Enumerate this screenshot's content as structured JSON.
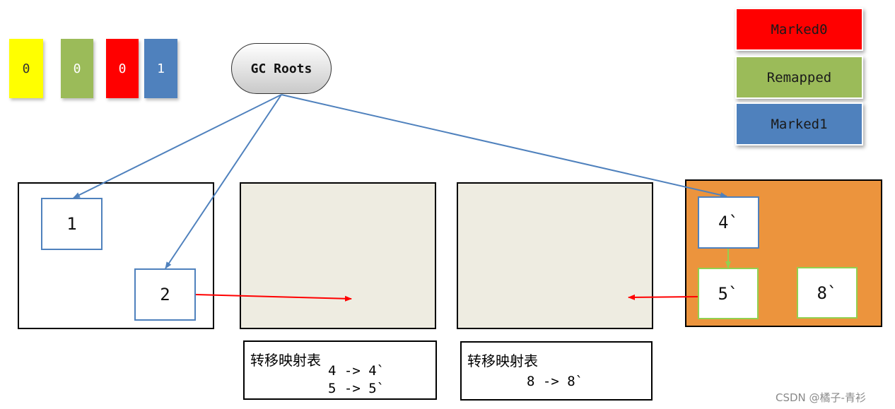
{
  "flags": [
    {
      "label": "0",
      "color": "#ffff00",
      "text_color": "#333333"
    },
    {
      "label": "0",
      "color": "#9bbb59",
      "text_color": "#ffffff"
    },
    {
      "label": "0",
      "color": "#ff0000",
      "text_color": "#ffffff"
    },
    {
      "label": "1",
      "color": "#4f81bd",
      "text_color": "#ffffff"
    }
  ],
  "legend": [
    {
      "label": "Marked0",
      "color": "#ff0000"
    },
    {
      "label": "Remapped",
      "color": "#9bbb59"
    },
    {
      "label": "Marked1",
      "color": "#4f81bd"
    }
  ],
  "gc_roots": {
    "label": "GC Roots"
  },
  "regions": [
    {
      "fill": "#ffffff"
    },
    {
      "fill": "#eeece1"
    },
    {
      "fill": "#eeece1"
    },
    {
      "fill": "#ec943d"
    }
  ],
  "objects": {
    "obj1": {
      "label": "1",
      "border": "#4f81bd"
    },
    "obj2": {
      "label": "2",
      "border": "#4f81bd"
    },
    "obj4p": {
      "label": "4`",
      "border": "#4f81bd"
    },
    "obj5p": {
      "label": "5`",
      "border": "#92d050"
    },
    "obj8p": {
      "label": "8`",
      "border": "#92d050"
    }
  },
  "forward_tables": [
    {
      "title": "转移映射表",
      "rows": [
        "4 -> 4`",
        "5 -> 5`"
      ]
    },
    {
      "title": "转移映射表",
      "rows": [
        "8 -> 8`"
      ]
    }
  ],
  "arrow_colors": {
    "root": "#4f81bd",
    "relocate": "#ff0000",
    "ref": "#92d050"
  },
  "watermark": "CSDN @橘子-青衫"
}
